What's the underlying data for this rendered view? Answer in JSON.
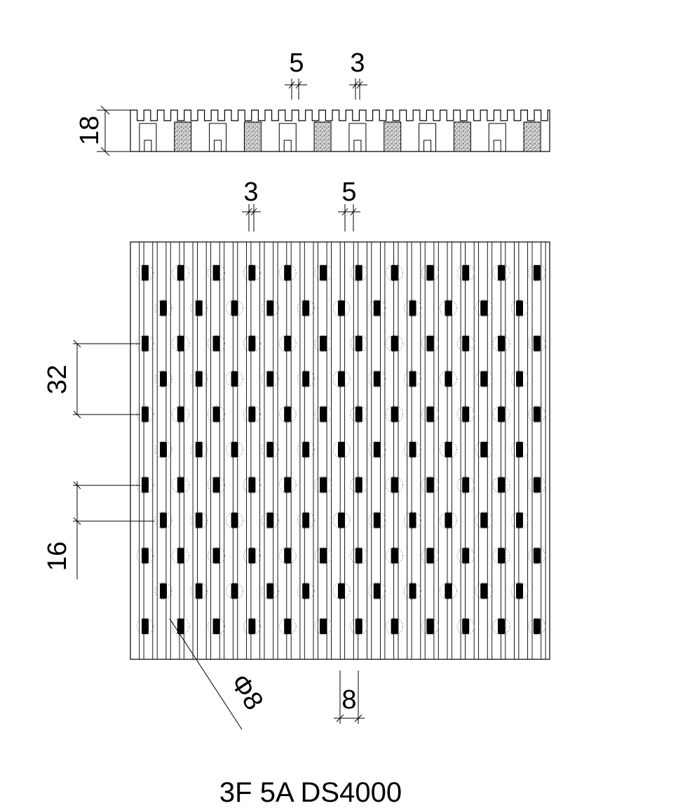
{
  "drawing": {
    "caption": "3F 5A DS4000",
    "section_view": {
      "height_dim": "18",
      "groove_width_dim": "5",
      "rib_width_dim": "3"
    },
    "plan_view": {
      "rib_width_dim": "3",
      "groove_width_dim": "5",
      "row_pitch_dim": "32",
      "row_offset_dim": "16",
      "hole_diameter_dim": "Φ8",
      "hole_spacing_dim": "8"
    }
  },
  "colors": {
    "line": "#000000",
    "hole_fill": "#000000",
    "dotted_circle": "#777777",
    "filler_fill": "#bbbbbb"
  }
}
